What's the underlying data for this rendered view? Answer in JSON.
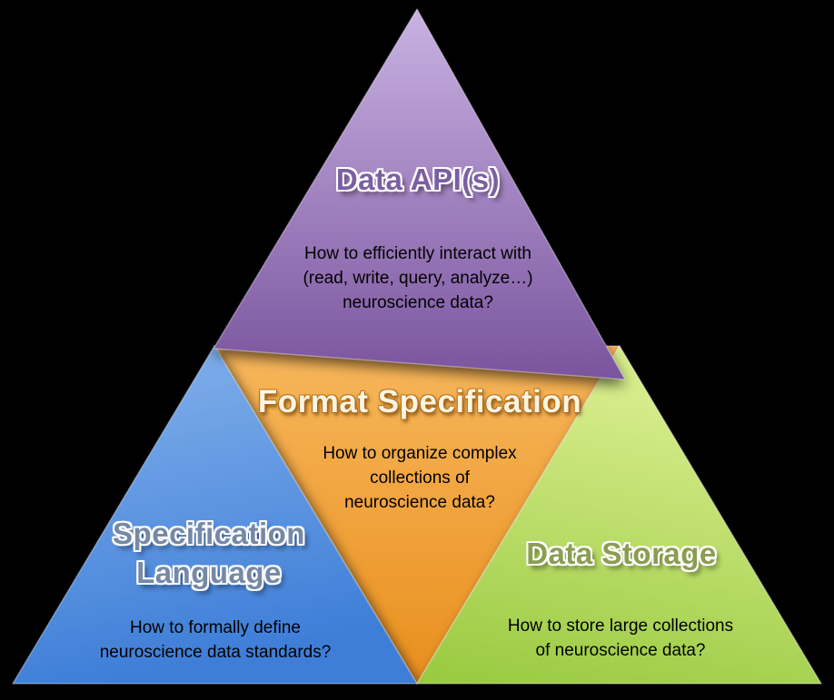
{
  "background": "#000000",
  "body_text_color": "#000000",
  "sections": {
    "data_api": {
      "title": "Data API(s)",
      "title_color": "#7b5fa3",
      "body_lines": [
        "How to efficiently interact with",
        "(read, write, query, analyze…)",
        "neuroscience data?"
      ],
      "gradient": {
        "top": "#c9b2e2",
        "bottom": "#7a549e"
      }
    },
    "format_specification": {
      "title": "Format Specification",
      "title_color": "#fbf4e2",
      "body_lines": [
        "How to organize complex",
        "collections of",
        "neuroscience data?"
      ],
      "gradient": {
        "top": "#f7b75c",
        "bottom": "#e98f1e"
      }
    },
    "specification_language": {
      "title_lines": [
        "Specification",
        "Language"
      ],
      "title_color": "#7589a6",
      "body_lines": [
        "How to formally define",
        "neuroscience data standards?"
      ],
      "gradient": {
        "top": "#86b3ec",
        "bottom": "#3e7ed8"
      }
    },
    "data_storage": {
      "title": "Data Storage",
      "title_color": "#8c9c52",
      "body_lines": [
        "How to store large collections",
        "of neuroscience data?"
      ],
      "gradient": {
        "top": "#d6ec8b",
        "bottom": "#94c73a"
      }
    }
  }
}
